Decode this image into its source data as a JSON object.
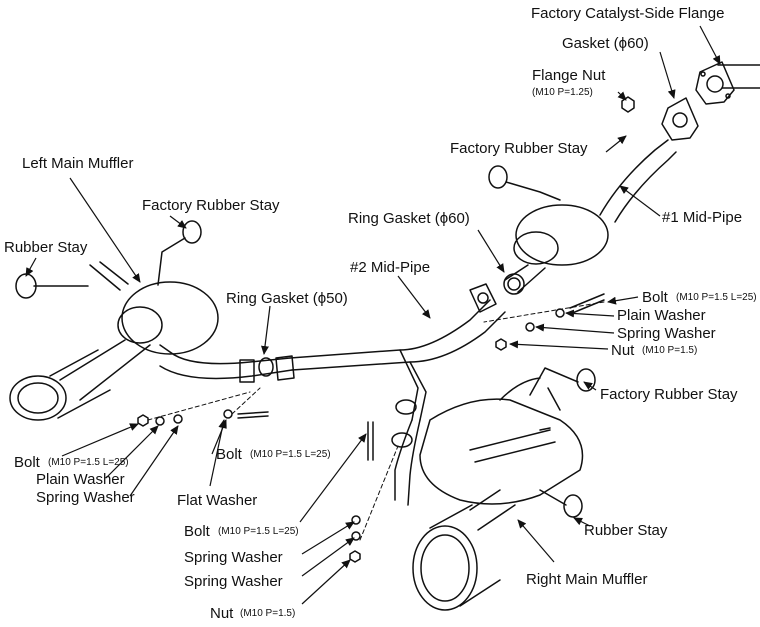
{
  "labels": {
    "factory_catalyst_flange": "Factory Catalyst-Side Flange",
    "gasket_60": "Gasket (ϕ60)",
    "flange_nut": "Flange Nut",
    "flange_nut_spec": "(M10 P=1.25)",
    "factory_rubber_stay_top": "Factory Rubber Stay",
    "mid_pipe_1": "#1 Mid-Pipe",
    "left_main_muffler": "Left Main Muffler",
    "factory_rubber_stay_left": "Factory Rubber Stay",
    "ring_gasket_60": "Ring Gasket (ϕ60)",
    "rubber_stay_left": "Rubber Stay",
    "mid_pipe_2": "#2 Mid-Pipe",
    "ring_gasket_50": "Ring Gasket (ϕ50)",
    "bolt_right": "Bolt",
    "bolt_right_spec": "(M10 P=1.5 L=25)",
    "plain_washer_right": "Plain Washer",
    "spring_washer_right": "Spring Washer",
    "nut_right": "Nut",
    "nut_right_spec": "(M10 P=1.5)",
    "factory_rubber_stay_right": "Factory Rubber Stay",
    "bolt_left": "Bolt",
    "bolt_left_spec": "(M10 P=1.5 L=25)",
    "plain_washer_left": "Plain Washer",
    "spring_washer_left": "Spring Washer",
    "bolt_mid": "Bolt",
    "bolt_mid_spec": "(M10 P=1.5 L=25)",
    "flat_washer": "Flat Washer",
    "bolt_bottom": "Bolt",
    "bolt_bottom_spec": "(M10 P=1.5 L=25)",
    "spring_washer_bottom_1": "Spring Washer",
    "spring_washer_bottom_2": "Spring Washer",
    "nut_bottom": "Nut",
    "nut_bottom_spec": "(M10 P=1.5)",
    "rubber_stay_right": "Rubber Stay",
    "right_main_muffler": "Right Main Muffler"
  },
  "colors": {
    "line": "#111111",
    "background": "#ffffff"
  }
}
